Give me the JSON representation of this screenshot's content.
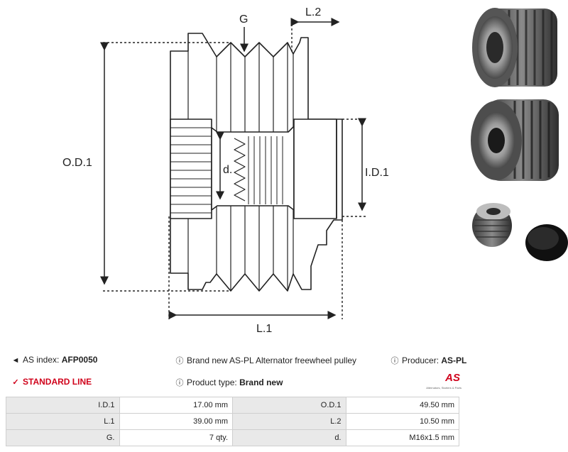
{
  "drawing": {
    "labels": {
      "g": "G",
      "l2": "L.2",
      "od1": "O.D.1",
      "id1": "I.D.1",
      "d": "d.",
      "l1": "L.1"
    }
  },
  "photos": {
    "images": [
      "pulley-front-photo",
      "pulley-angled-photo",
      "pulley-with-cap-photo"
    ]
  },
  "info": {
    "as_index_label": "AS index:",
    "as_index_value": "AFP0050",
    "line_label": "STANDARD LINE",
    "description": "Brand new AS-PL Alternator freewheel pulley",
    "product_type_label": "Product type:",
    "product_type_value": "Brand new",
    "producer_label": "Producer:",
    "producer_value": "AS-PL",
    "brand_logo": "AS",
    "brand_tagline": "Alternators, Starters & Parts"
  },
  "specs": {
    "rows": [
      {
        "k1": "I.D.1",
        "v1": "17.00 mm",
        "k2": "O.D.1",
        "v2": "49.50 mm"
      },
      {
        "k1": "L.1",
        "v1": "39.00 mm",
        "k2": "L.2",
        "v2": "10.50 mm"
      },
      {
        "k1": "G.",
        "v1": "7 qty.",
        "k2": "d.",
        "v2": "M16x1.5 mm"
      }
    ]
  },
  "colors": {
    "accent": "#d0021b",
    "table_key_bg": "#e9e9e9",
    "border": "#cfcfcf"
  }
}
